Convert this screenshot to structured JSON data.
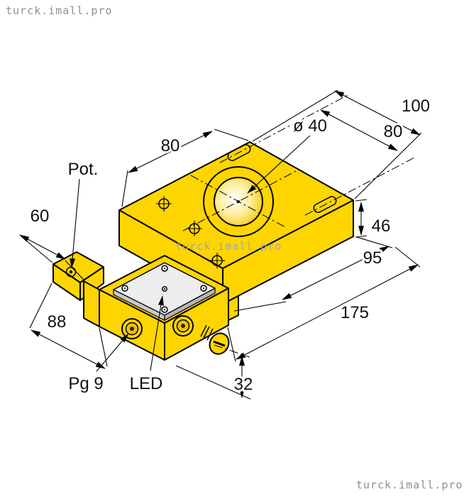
{
  "watermark": {
    "text": "turck.imall.pro"
  },
  "dims": {
    "d100": "100",
    "d80_right": "80",
    "dia": "ø 40",
    "d80_top": "80",
    "pot": "Pot.",
    "d60": "60",
    "d46": "46",
    "d95": "95",
    "d175": "175",
    "d88": "88",
    "pg9": "Pg 9",
    "led": "LED",
    "d32": "32"
  },
  "colors": {
    "body_yellow": "#ffd500",
    "outline_black": "#000000",
    "plate_gray": "#ededed",
    "watermark_gray": "#8f8f8f",
    "background": "#ffffff"
  }
}
